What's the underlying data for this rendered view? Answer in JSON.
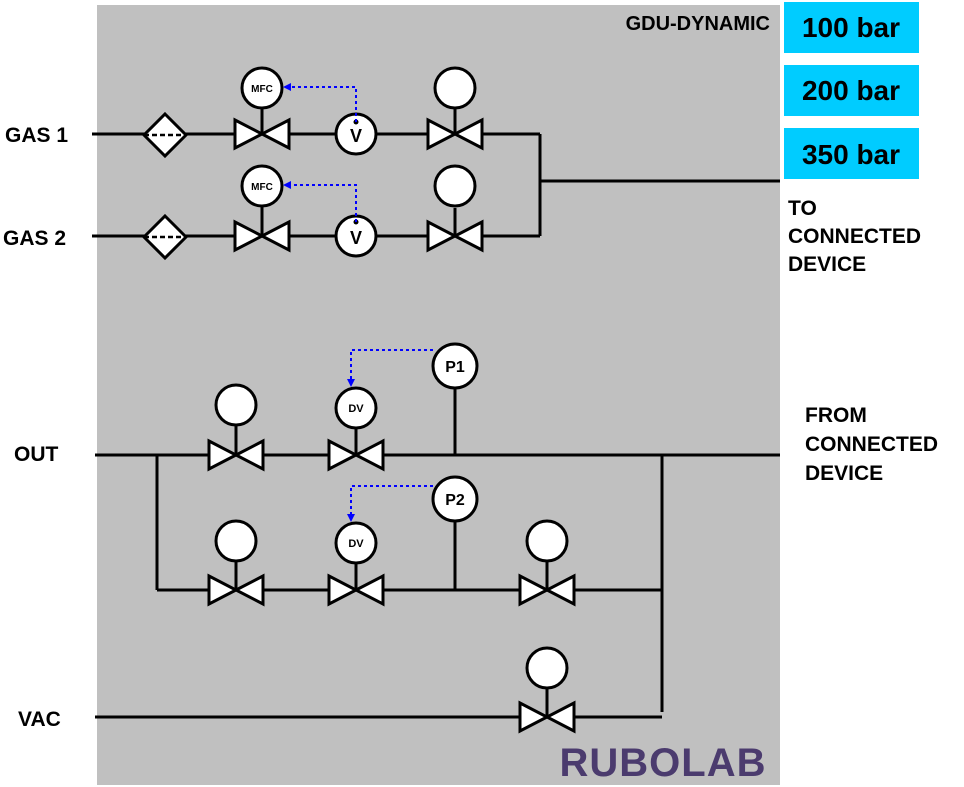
{
  "title": "GDU-DYNAMIC",
  "pressure_buttons": [
    {
      "label": "100 bar"
    },
    {
      "label": "200 bar"
    },
    {
      "label": "350 bar"
    }
  ],
  "inputs": {
    "gas1": "GAS 1",
    "gas2": "GAS 2",
    "out": "OUT",
    "vac": "VAC"
  },
  "outputs": {
    "to_device": [
      "TO",
      "CONNECTED",
      "DEVICE"
    ],
    "from_device": [
      "FROM",
      "CONNECTED",
      "DEVICE"
    ]
  },
  "instruments": {
    "mfc": "MFC",
    "valve_sensor": "V",
    "dv": "DV",
    "p1": "P1",
    "p2": "P2"
  },
  "brand": "RUBOLAB",
  "colors": {
    "panel": "#c0c0c0",
    "button": "#00ccff",
    "signal": "#0000ff",
    "brand": "#4b3b6e"
  }
}
